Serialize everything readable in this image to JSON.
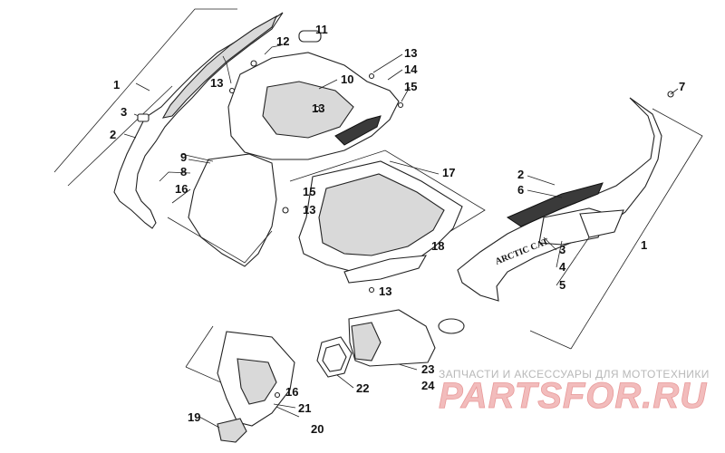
{
  "callouts": [
    {
      "id": "c1-left",
      "text": "1"
    },
    {
      "id": "c2-left",
      "text": "2"
    },
    {
      "id": "c3-left",
      "text": "3"
    },
    {
      "id": "c8",
      "text": "8"
    },
    {
      "id": "c9",
      "text": "9"
    },
    {
      "id": "c10",
      "text": "10"
    },
    {
      "id": "c11",
      "text": "11"
    },
    {
      "id": "c12",
      "text": "12"
    },
    {
      "id": "c13-a",
      "text": "13"
    },
    {
      "id": "c13-b",
      "text": "13"
    },
    {
      "id": "c13-c",
      "text": "13"
    },
    {
      "id": "c13-d",
      "text": "13"
    },
    {
      "id": "c13-e",
      "text": "13"
    },
    {
      "id": "c14",
      "text": "14"
    },
    {
      "id": "c15-a",
      "text": "15"
    },
    {
      "id": "c15-b",
      "text": "15"
    },
    {
      "id": "c16-a",
      "text": "16"
    },
    {
      "id": "c16-b",
      "text": "16"
    },
    {
      "id": "c17",
      "text": "17"
    },
    {
      "id": "c18",
      "text": "18"
    },
    {
      "id": "c7",
      "text": "7"
    },
    {
      "id": "c2-right",
      "text": "2"
    },
    {
      "id": "c6",
      "text": "6"
    },
    {
      "id": "c1-right",
      "text": "1"
    },
    {
      "id": "c3-right",
      "text": "3"
    },
    {
      "id": "c4",
      "text": "4"
    },
    {
      "id": "c5",
      "text": "5"
    },
    {
      "id": "c19",
      "text": "19"
    },
    {
      "id": "c20",
      "text": "20"
    },
    {
      "id": "c21",
      "text": "21"
    },
    {
      "id": "c22",
      "text": "22"
    },
    {
      "id": "c23",
      "text": "23"
    },
    {
      "id": "c24",
      "text": "24"
    }
  ],
  "brand_label": "ARCTIC CAT",
  "watermark": {
    "tagline": "ЗАПЧАСТИ И АКСЕССУАРЫ ДЛЯ МОТОТЕХНИКИ",
    "logo": "PARTSFOR.RU"
  },
  "colors": {
    "line": "#222222",
    "watermark_logo": "#f2bcbc",
    "watermark_text": "#b8b8b8"
  }
}
